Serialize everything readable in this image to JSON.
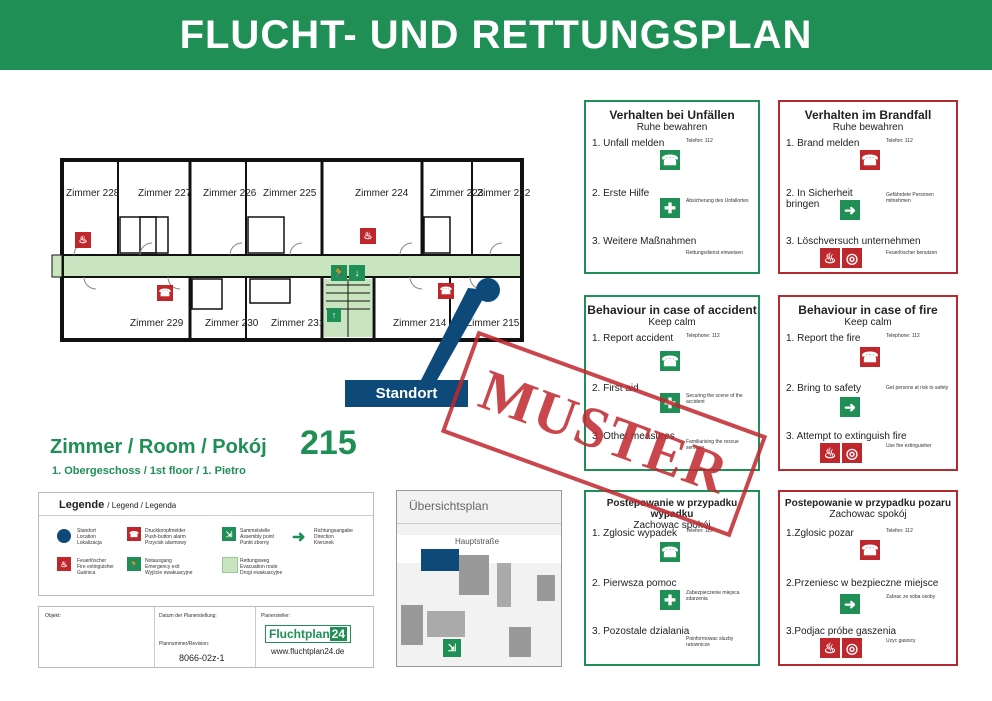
{
  "header": {
    "title": "FLUCHT- UND RETTUNGSPLAN"
  },
  "rooms": {
    "top": [
      "Zimmer 228",
      "Zimmer 227",
      "Zimmer 226",
      "Zimmer 225",
      "Zimmer 224",
      "Zimmer 223",
      "Zimmer 222"
    ],
    "bottom": [
      "Zimmer 229",
      "Zimmer 230",
      "Zimmer 231",
      "Zimmer 214",
      "Zimmer 215"
    ]
  },
  "standort": {
    "label": "Standort"
  },
  "room_info": {
    "title": "Zimmer / Room / Pokój",
    "number": "215",
    "floor": "1. Obergeschoss / 1st floor / 1. Pietro"
  },
  "legend": {
    "title": "Legende",
    "subtitle": "/ Legend / Legenda",
    "items": [
      [
        "Standort",
        "Location",
        "Lokalizacja"
      ],
      [
        "Druckknopfmelder",
        "Push-button alarm",
        "Przycisk alarmowy"
      ],
      [
        "Sammelstelle",
        "Assembly point",
        "Punkt zborny"
      ],
      [
        "Richtungsangabe",
        "Direction",
        "Kierunek"
      ],
      [
        "Feuerlöscher",
        "Fire extinguisher",
        "Gaśnica"
      ],
      [
        "Notausgang",
        "Emergency exit",
        "Wyjście ewakuacyjne"
      ],
      [
        "Rettungsweg",
        "Evacuation route",
        "Drogi ewakuacyjne"
      ]
    ]
  },
  "footer": {
    "objekt": "Objekt:",
    "datum": "Datum der Planerstellung:",
    "planersteller": "Planersteller:",
    "plannummer": "Plannummer/Revision:",
    "plannummer_value": "8066-02z-1",
    "brand": "Fluchtplan",
    "brand_num": "24",
    "url": "www.fluchtplan24.de"
  },
  "overview": {
    "title": "Übersichtsplan",
    "street": "Hauptstraße"
  },
  "muster": "MUSTER",
  "panels": [
    {
      "title": "Verhalten bei Unfällen",
      "sub": "Ruhe bewahren",
      "s1": "1. Unfall melden",
      "s2": "2. Erste Hilfe",
      "s3": "3. Weitere Maßnahmen",
      "tel": "Telefon: 112",
      "t2": "Absicherung des Unfallortes",
      "t3": "Rettungsdienst einweisen"
    },
    {
      "title": "Verhalten im Brandfall",
      "sub": "Ruhe bewahren",
      "s1": "1. Brand melden",
      "s2": "2. In Sicherheit bringen",
      "s3": "3. Löschversuch unternehmen",
      "tel": "Telefon: 112",
      "t2": "Gefährdete Personen mitnehmen",
      "t3": "Feuerlöscher benutzen"
    },
    {
      "title": "Behaviour in case of accident",
      "sub": "Keep calm",
      "s1": "1. Report accident",
      "s2": "2. First aid",
      "s3": "3. Other measures",
      "tel": "Telephone: 112",
      "t2": "Securing the scene of the accident",
      "t3": "Familiarising the rescue services"
    },
    {
      "title": "Behaviour in case of fire",
      "sub": "Keep calm",
      "s1": "1. Report the fire",
      "s2": "2. Bring to safety",
      "s3": "3. Attempt to extinguish fire",
      "tel": "Telephone: 112",
      "t2": "Get persons at risk to safety",
      "t3": "Use fire extinguisher"
    },
    {
      "title": "Postepowanie w przypadku wypadku",
      "sub": "Zachowac spokój",
      "s1": "1. Zglosic wypadek",
      "s2": "2. Pierwsza pomoc",
      "s3": "3. Pozostale dzialania",
      "tel": "Telefon: 112",
      "t2": "Zabezpieczenie miejsca zdarzenia",
      "t3": "Poinformowac sluzby ratownicze"
    },
    {
      "title": "Postepowanie w przypadku pozaru",
      "sub": "Zachowac spokój",
      "s1": "1.Zglosic pozar",
      "s2": "2.Przeniesc w bezpieczne miejsce",
      "s3": "3.Podjac próbe gaszenia",
      "tel": "Telefon: 112",
      "t2": "Zabrac ze soba osoby",
      "t3": "Uzyc gasnicy"
    }
  ]
}
